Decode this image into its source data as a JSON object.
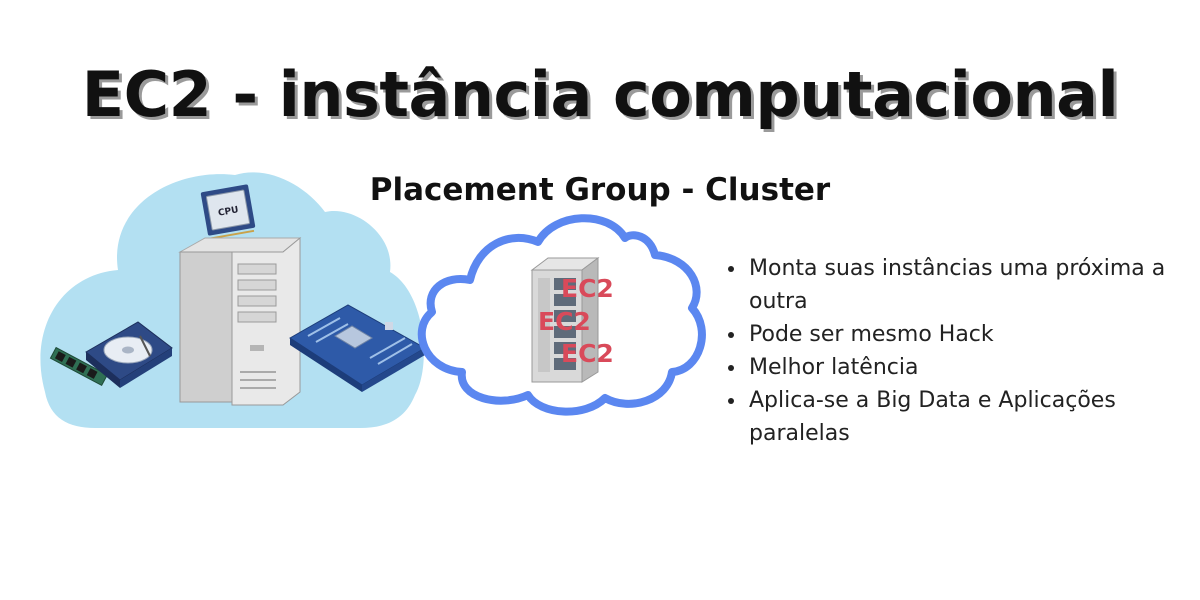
{
  "title": "EC2 - instância computacional",
  "subtitle": "Placement Group - Cluster",
  "cpu_chip_label": "CPU",
  "ec2_labels": [
    "EC2",
    "EC2",
    "EC2"
  ],
  "bullets": [
    "Monta suas instâncias uma próxima a outra",
    "Pode ser mesmo Hack",
    "Melhor latência",
    "Aplica-se a Big Data e Aplicações paralelas"
  ],
  "colors": {
    "left_cloud": "#b3e0f2",
    "right_cloud_outline": "#5b87f0",
    "ec2_label": "#d94a5a"
  },
  "icons": [
    "cloud-icon",
    "cpu-chip-icon",
    "server-tower-icon",
    "hard-drive-icon",
    "ram-stick-icon",
    "motherboard-icon",
    "server-rack-icon"
  ]
}
